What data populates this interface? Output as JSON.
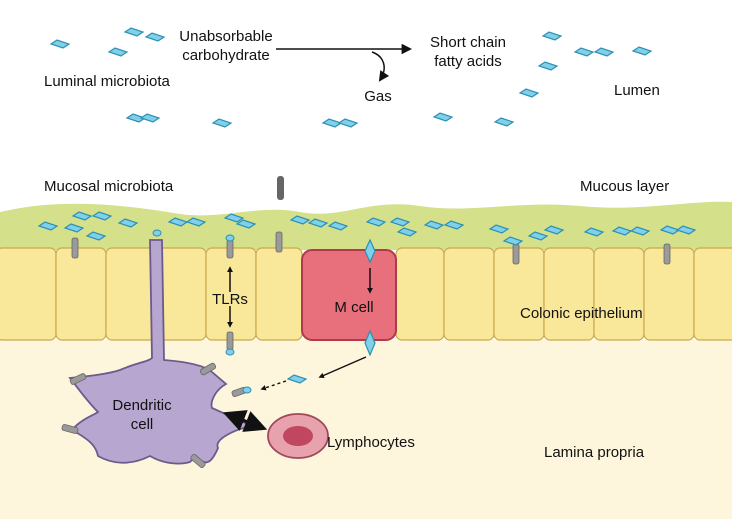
{
  "labels": {
    "unabsorbable_line1": "Unabsorbable",
    "unabsorbable_line2": "carbohydrate",
    "scfa_line1": "Short chain",
    "scfa_line2": "fatty acids",
    "gas": "Gas",
    "luminal_microbiota": "Luminal microbiota",
    "lumen": "Lumen",
    "mucosal_microbiota": "Mucosal microbiota",
    "mucous_layer": "Mucous layer",
    "tlrs": "TLRs",
    "m_cell": "M cell",
    "colonic_epithelium": "Colonic epithelium",
    "dendritic_line1": "Dendritic",
    "dendritic_line2": "cell",
    "lymphocytes": "Lymphocytes",
    "lamina_propria": "Lamina propria"
  },
  "colors": {
    "lumen_bg": "#ffffff",
    "lamina_bg": "#fdf6dc",
    "mucus": "#d4e08a",
    "epithelium_cell": "#f9e79a",
    "epithelium_border": "#c9a94a",
    "m_cell": "#e8707c",
    "m_cell_border": "#b0394a",
    "bacteria": "#7fd0e8",
    "bacteria_border": "#2b8fb3",
    "dendritic": "#b7a6d0",
    "dendritic_border": "#6d5a8c",
    "lymphocyte": "#e8a2ae",
    "lymphocyte_nucleus": "#c0475f",
    "receptor": "#9a9a9a"
  }
}
